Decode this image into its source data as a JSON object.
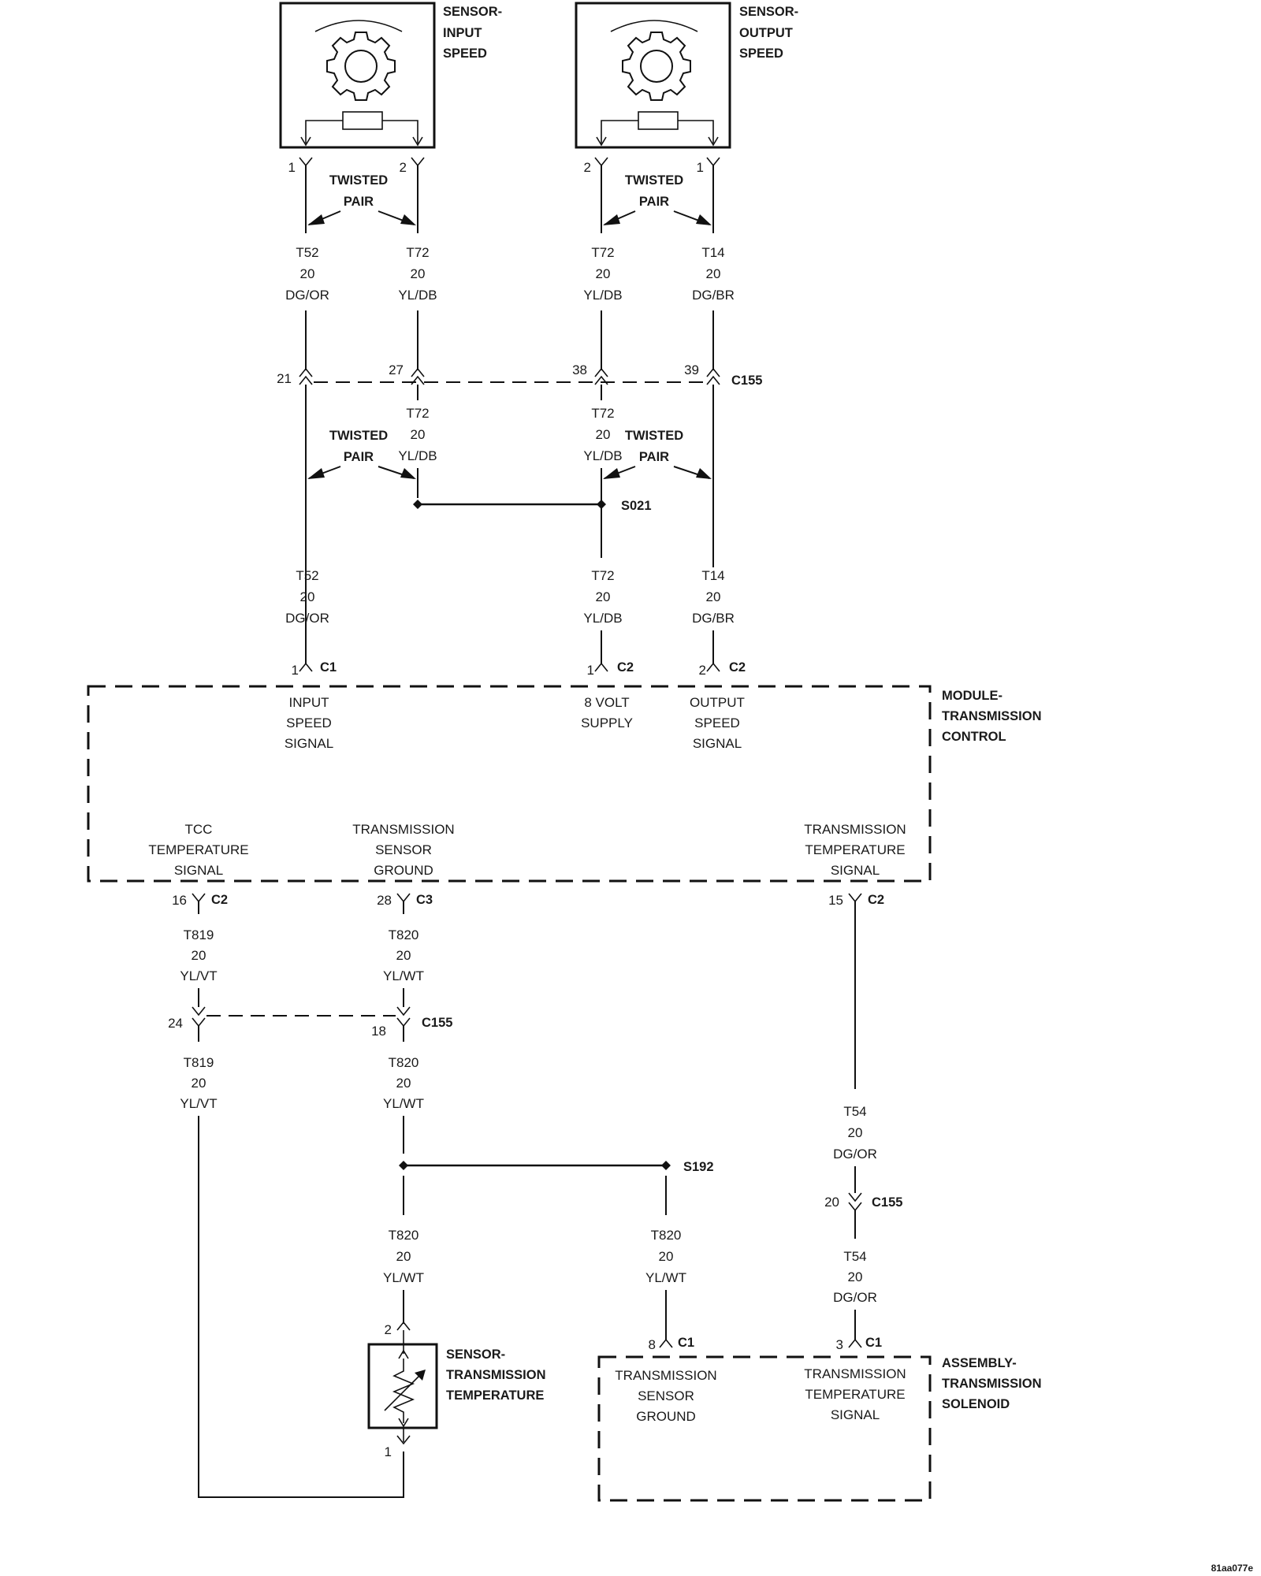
{
  "footer_code": "81aa077e",
  "components": {
    "sensor_input_speed": [
      "SENSOR-",
      "INPUT",
      "SPEED"
    ],
    "sensor_output_speed": [
      "SENSOR-",
      "OUTPUT",
      "SPEED"
    ],
    "module_tcm": [
      "MODULE-",
      "TRANSMISSION",
      "CONTROL"
    ],
    "sensor_trans_temp": [
      "SENSOR-",
      "TRANSMISSION",
      "TEMPERATURE"
    ],
    "solenoid_assembly": [
      "ASSEMBLY-",
      "TRANSMISSION",
      "SOLENOID"
    ]
  },
  "twisted_pair": [
    "TWISTED",
    "PAIR"
  ],
  "connectors": {
    "c155": "C155",
    "c1": "C1",
    "c2": "C2",
    "c3": "C3"
  },
  "splices": {
    "s021": "S021",
    "s192": "S192"
  },
  "wires": {
    "t52": [
      "T52",
      "20",
      "DG/OR"
    ],
    "t72": [
      "T72",
      "20",
      "YL/DB"
    ],
    "t14": [
      "T14",
      "20",
      "DG/BR"
    ],
    "t819": [
      "T819",
      "20",
      "YL/VT"
    ],
    "t820": [
      "T820",
      "20",
      "YL/WT"
    ],
    "t54": [
      "T54",
      "20",
      "DG/OR"
    ]
  },
  "pins": {
    "in_1": "1",
    "in_2": "2",
    "out_2": "2",
    "out_1": "1",
    "c155_21": "21",
    "c155_27": "27",
    "c155_38": "38",
    "c155_39": "39",
    "tcm_c1_1": "1",
    "tcm_c2_1": "1",
    "tcm_c2_2": "2",
    "tcm_c2_16": "16",
    "tcm_c3_28": "28",
    "tcm_c2_15": "15",
    "c155_24": "24",
    "c155_18": "18",
    "c155_20": "20",
    "temp_2": "2",
    "temp_1": "1",
    "sol_8": "8",
    "sol_3": "3"
  },
  "tcm_labels": {
    "input_speed_signal": [
      "INPUT",
      "SPEED",
      "SIGNAL"
    ],
    "eight_volt_supply": [
      "8 VOLT",
      "SUPPLY"
    ],
    "output_speed_signal": [
      "OUTPUT",
      "SPEED",
      "SIGNAL"
    ],
    "tcc_temperature_signal": [
      "TCC",
      "TEMPERATURE",
      "SIGNAL"
    ],
    "transmission_sensor_ground": [
      "TRANSMISSION",
      "SENSOR",
      "GROUND"
    ],
    "transmission_temperature_signal": [
      "TRANSMISSION",
      "TEMPERATURE",
      "SIGNAL"
    ]
  },
  "solenoid_labels": {
    "transmission_sensor_ground": [
      "TRANSMISSION",
      "SENSOR",
      "GROUND"
    ],
    "transmission_temperature_signal": [
      "TRANSMISSION",
      "TEMPERATURE",
      "SIGNAL"
    ]
  }
}
